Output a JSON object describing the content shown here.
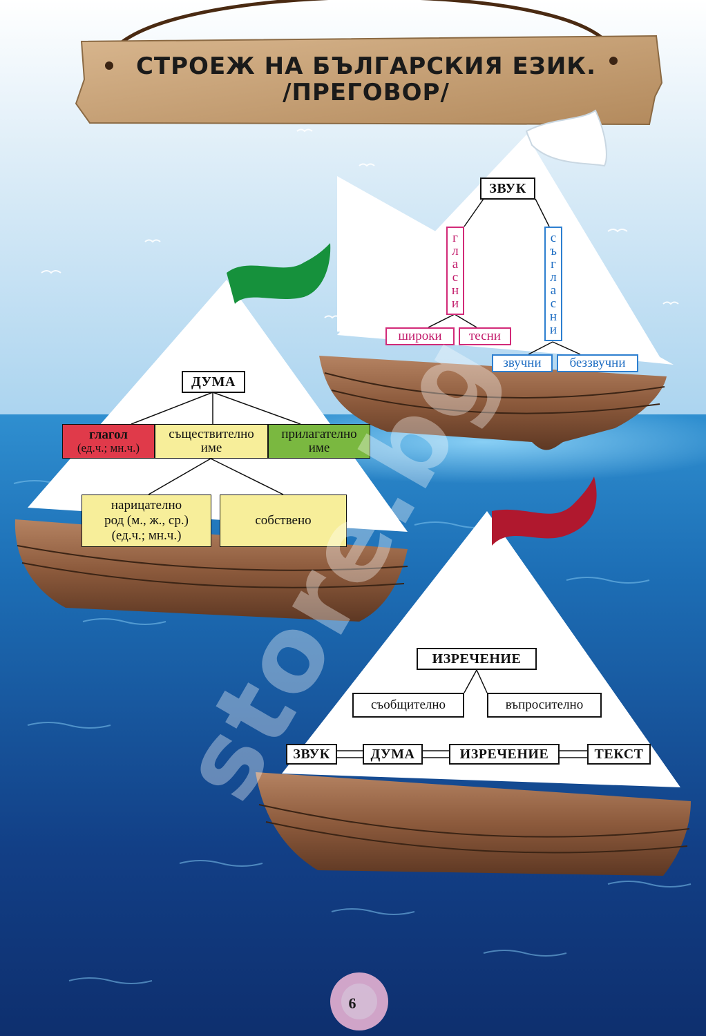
{
  "title": {
    "line1": "СТРОЕЖ НА БЪЛГАРСКИЯ ЕЗИК.",
    "line2": "/ПРЕГОВОР/"
  },
  "boat_sound": {
    "root": "ЗВУК",
    "vowels_letters": [
      "г",
      "л",
      "а",
      "с",
      "н",
      "и"
    ],
    "consonants_letters": [
      "с",
      "ъ",
      "г",
      "л",
      "а",
      "с",
      "н",
      "и"
    ],
    "wide": "широки",
    "narrow": "тесни",
    "voiced": "звучни",
    "voiceless": "беззвучни",
    "sail_flag_color": "#ffffff"
  },
  "boat_word": {
    "root": "ДУМА",
    "verb_title": "глагол",
    "verb_sub": "(ед.ч.; мн.ч.)",
    "noun_line1": "съществително",
    "noun_line2": "име",
    "adjective_line1": "прилагателно",
    "adjective_line2": "име",
    "common_line1": "нарицателно",
    "common_line2": "род (м., ж., ср.)",
    "common_line3": "(ед.ч.; мн.ч.)",
    "proper": "собствено",
    "flag_color": "#16913c",
    "verb_color": "#e03a4a",
    "noun_color": "#f7ee9a",
    "adjective_color": "#7ab840",
    "subbox_color": "#f7ee9a"
  },
  "boat_sentence": {
    "root": "ИЗРЕЧЕНИЕ",
    "declarative": "съобщително",
    "interrogative": "въпросително",
    "chain": [
      "ЗВУК",
      "ДУМА",
      "ИЗРЕЧЕНИЕ",
      "ТЕКСТ"
    ],
    "flag_color": "#b0182e"
  },
  "watermark": "store.bg",
  "page_number": "6"
}
